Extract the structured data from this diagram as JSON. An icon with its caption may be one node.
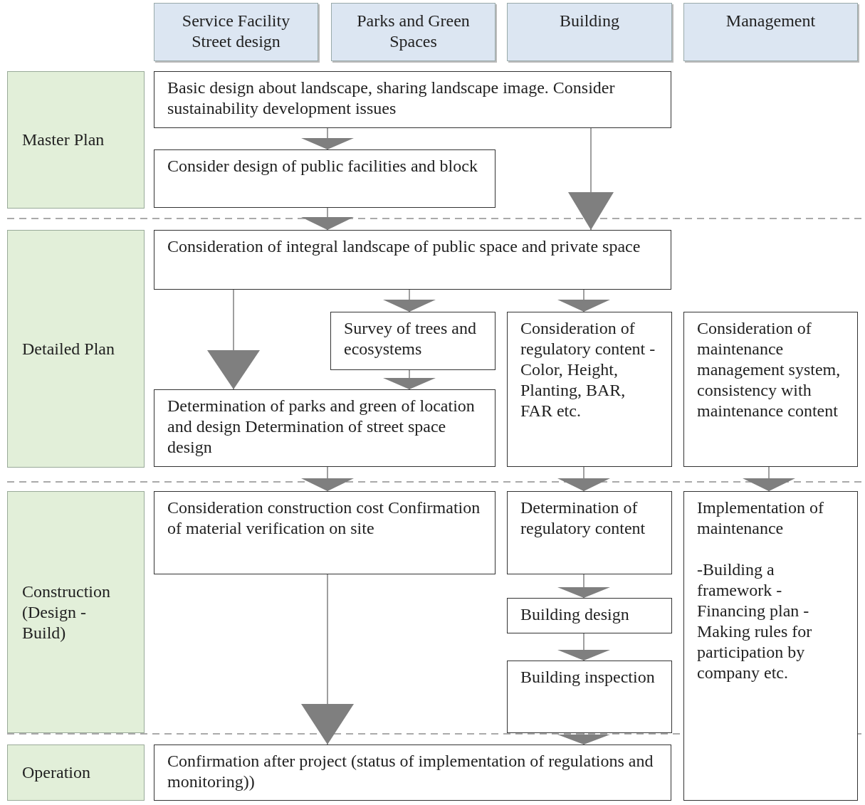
{
  "diagram": {
    "nodes": [
      {
        "text": [
          "Service Facility Street design"
        ]
      },
      {
        "text": [
          "Parks and Green Spaces"
        ]
      },
      {
        "text": [
          "Building"
        ]
      },
      {
        "text": [
          "Management"
        ]
      },
      {
        "text": [
          "Master Plan"
        ]
      },
      {
        "text": [
          "Detailed Plan"
        ]
      },
      {
        "text": [
          "Construction (Design - Build)"
        ]
      },
      {
        "text": [
          "Operation"
        ]
      },
      {
        "text": [
          "Basic design about landscape, sharing landscape image. Consider sustainability development issues"
        ]
      },
      {
        "text": [
          "Consider design of public facilities and block"
        ]
      },
      {
        "text": [
          "Consideration of integral landscape of public space and private space"
        ]
      },
      {
        "text": [
          "Survey of trees and ecosystems"
        ]
      },
      {
        "text": [
          "Consideration of regulatory content - Color, Height, Planting, BAR, FAR etc."
        ]
      },
      {
        "text": [
          "Consideration of maintenance management system, consistency with maintenance content"
        ]
      },
      {
        "text": [
          "Determination of parks and green of location and design Determination of street space design"
        ]
      },
      {
        "text": [
          "Consideration construction cost Confirmation of material verification on site"
        ]
      },
      {
        "text": [
          "Determination of regulatory content"
        ]
      },
      {
        "text": [
          "Implementation of maintenance",
          "-Building a framework -Financing plan -Making rules for participation by company etc."
        ]
      },
      {
        "text": [
          "Building design"
        ]
      },
      {
        "text": [
          "Building inspection"
        ]
      },
      {
        "text": [
          "Confirmation after project (status of implementation of regulations and monitoring))"
        ]
      }
    ],
    "edges": [
      {
        "from": 8,
        "to": 9,
        "arrow": "to"
      },
      {
        "from": 8,
        "to": 10,
        "arrow": "to"
      },
      {
        "from": 9,
        "to": 10,
        "arrow": "to"
      },
      {
        "from": 10,
        "to": 11,
        "arrow": "to"
      },
      {
        "from": 10,
        "to": 12,
        "arrow": "to"
      },
      {
        "from": 10,
        "to": 14,
        "arrow": "to"
      },
      {
        "from": 11,
        "to": 14,
        "arrow": "to"
      },
      {
        "from": 14,
        "to": 15,
        "arrow": "to"
      },
      {
        "from": 12,
        "to": 16,
        "arrow": "to"
      },
      {
        "from": 13,
        "to": 17,
        "arrow": "to"
      },
      {
        "from": 16,
        "to": 18,
        "arrow": "to"
      },
      {
        "from": 18,
        "to": 19,
        "arrow": "to"
      },
      {
        "from": 15,
        "to": 20,
        "arrow": "to"
      },
      {
        "from": 19,
        "to": 20,
        "arrow": "to"
      }
    ]
  }
}
